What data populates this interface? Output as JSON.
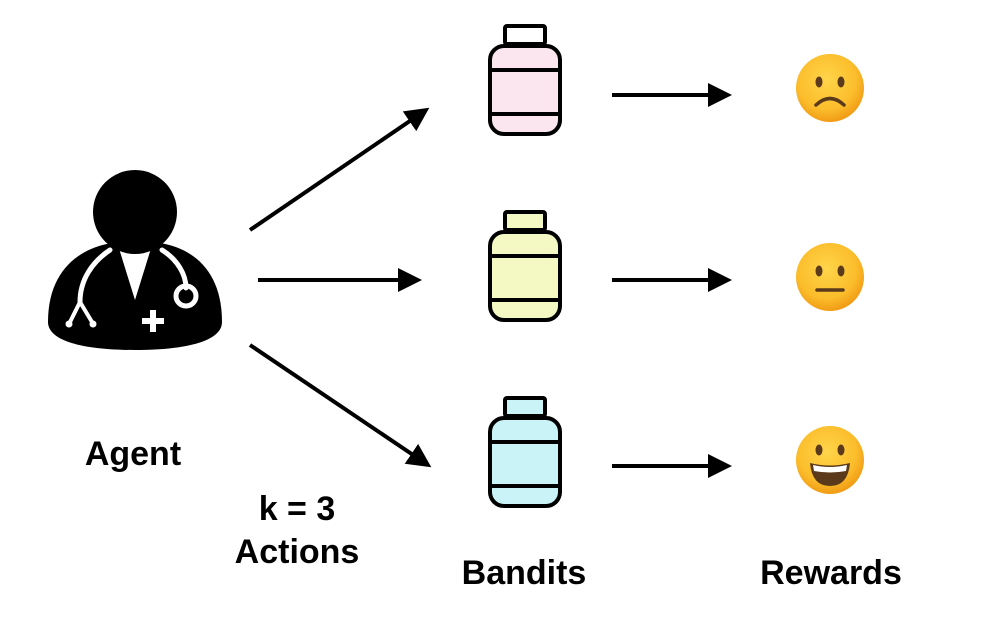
{
  "labels": {
    "agent": "Agent",
    "k_line": "k = 3",
    "actions": "Actions",
    "bandits": "Bandits",
    "rewards": "Rewards"
  },
  "colors": {
    "ink": "#000000",
    "bottle_pink": "#fbe6ef",
    "bottle_yellow": "#f4f9c4",
    "bottle_cyan": "#c9f3f6",
    "emoji_face": "#fbc02d",
    "emoji_face_dark": "#f29b12"
  },
  "icons": {
    "agent": "doctor-icon",
    "bandit_1": "bottle-icon",
    "bandit_2": "bottle-icon",
    "bandit_3": "bottle-icon",
    "reward_1": "sad-face-icon",
    "reward_2": "neutral-face-icon",
    "reward_3": "grinning-face-icon"
  }
}
